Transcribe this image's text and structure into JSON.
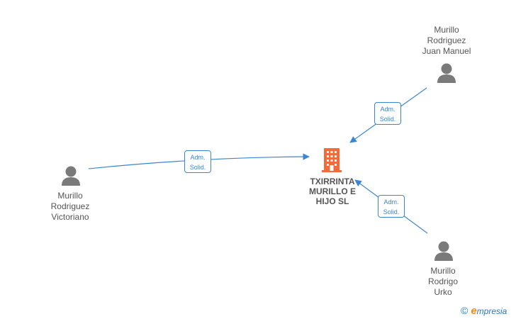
{
  "colors": {
    "edge": "#3a86d6",
    "person_icon": "#7a7a7a",
    "company_icon": "#f26b3a",
    "label_text": "#555555",
    "brand_e": "#f28a1b",
    "brand_text": "#2a77c9"
  },
  "company": {
    "lines": [
      "TXIRRINTA",
      "MURILLO E",
      "HIJO  SL"
    ]
  },
  "persons": [
    {
      "lines": [
        "Murillo",
        "Rodriguez",
        "Juan Manuel"
      ]
    },
    {
      "lines": [
        "Murillo",
        "Rodriguez",
        "Victoriano"
      ]
    },
    {
      "lines": [
        "Murillo",
        "Rodrigo",
        "Urko"
      ]
    }
  ],
  "edges": [
    {
      "lines": [
        "Adm.",
        "Solid."
      ]
    },
    {
      "lines": [
        "Adm.",
        "Solid."
      ]
    },
    {
      "lines": [
        "Adm.",
        "Solid."
      ]
    }
  ],
  "brand": {
    "copyright": "©",
    "e_letter": "e",
    "rest": "mpresia"
  }
}
